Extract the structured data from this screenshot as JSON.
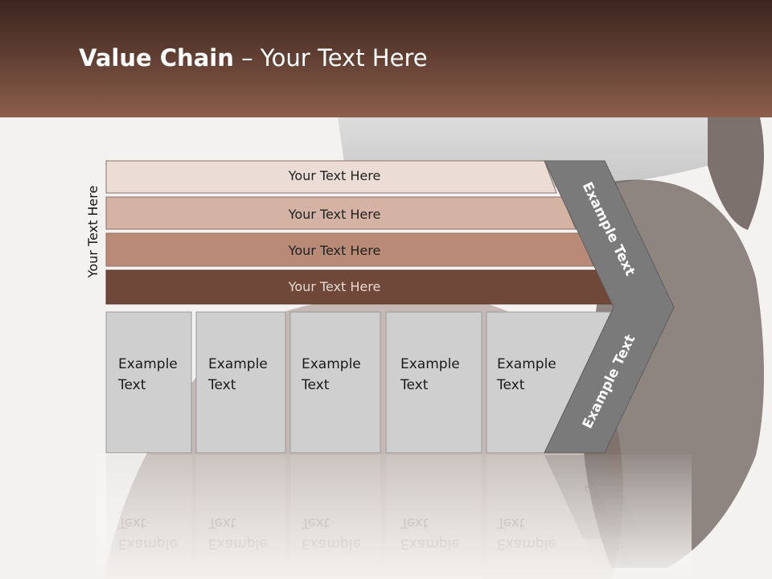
{
  "slide": {
    "title_bold": "Value Chain",
    "title_rest": " – Your Text Here",
    "side_label": "Your Text Here"
  },
  "bars": [
    {
      "label": "Your Text Here",
      "color": "#ebdcd6"
    },
    {
      "label": "Your Text Here",
      "color": "#d4b2a4"
    },
    {
      "label": "Your Text Here",
      "color": "#b98b77"
    },
    {
      "label": "Your Text Here",
      "color": "#6f4839"
    }
  ],
  "boxes": [
    {
      "line1": "Example",
      "line2": "Text"
    },
    {
      "line1": "Example",
      "line2": "Text"
    },
    {
      "line1": "Example",
      "line2": "Text"
    },
    {
      "line1": "Example",
      "line2": "Text"
    },
    {
      "line1": "Example",
      "line2": "Text"
    }
  ],
  "chevron": {
    "upper_label": "Example Text",
    "lower_label": "Example Text",
    "color": "#7a7a7a"
  },
  "colors": {
    "box_fill": "#cfcfcf",
    "header_dark": "#3c2620",
    "header_light": "#8c5e4b"
  }
}
